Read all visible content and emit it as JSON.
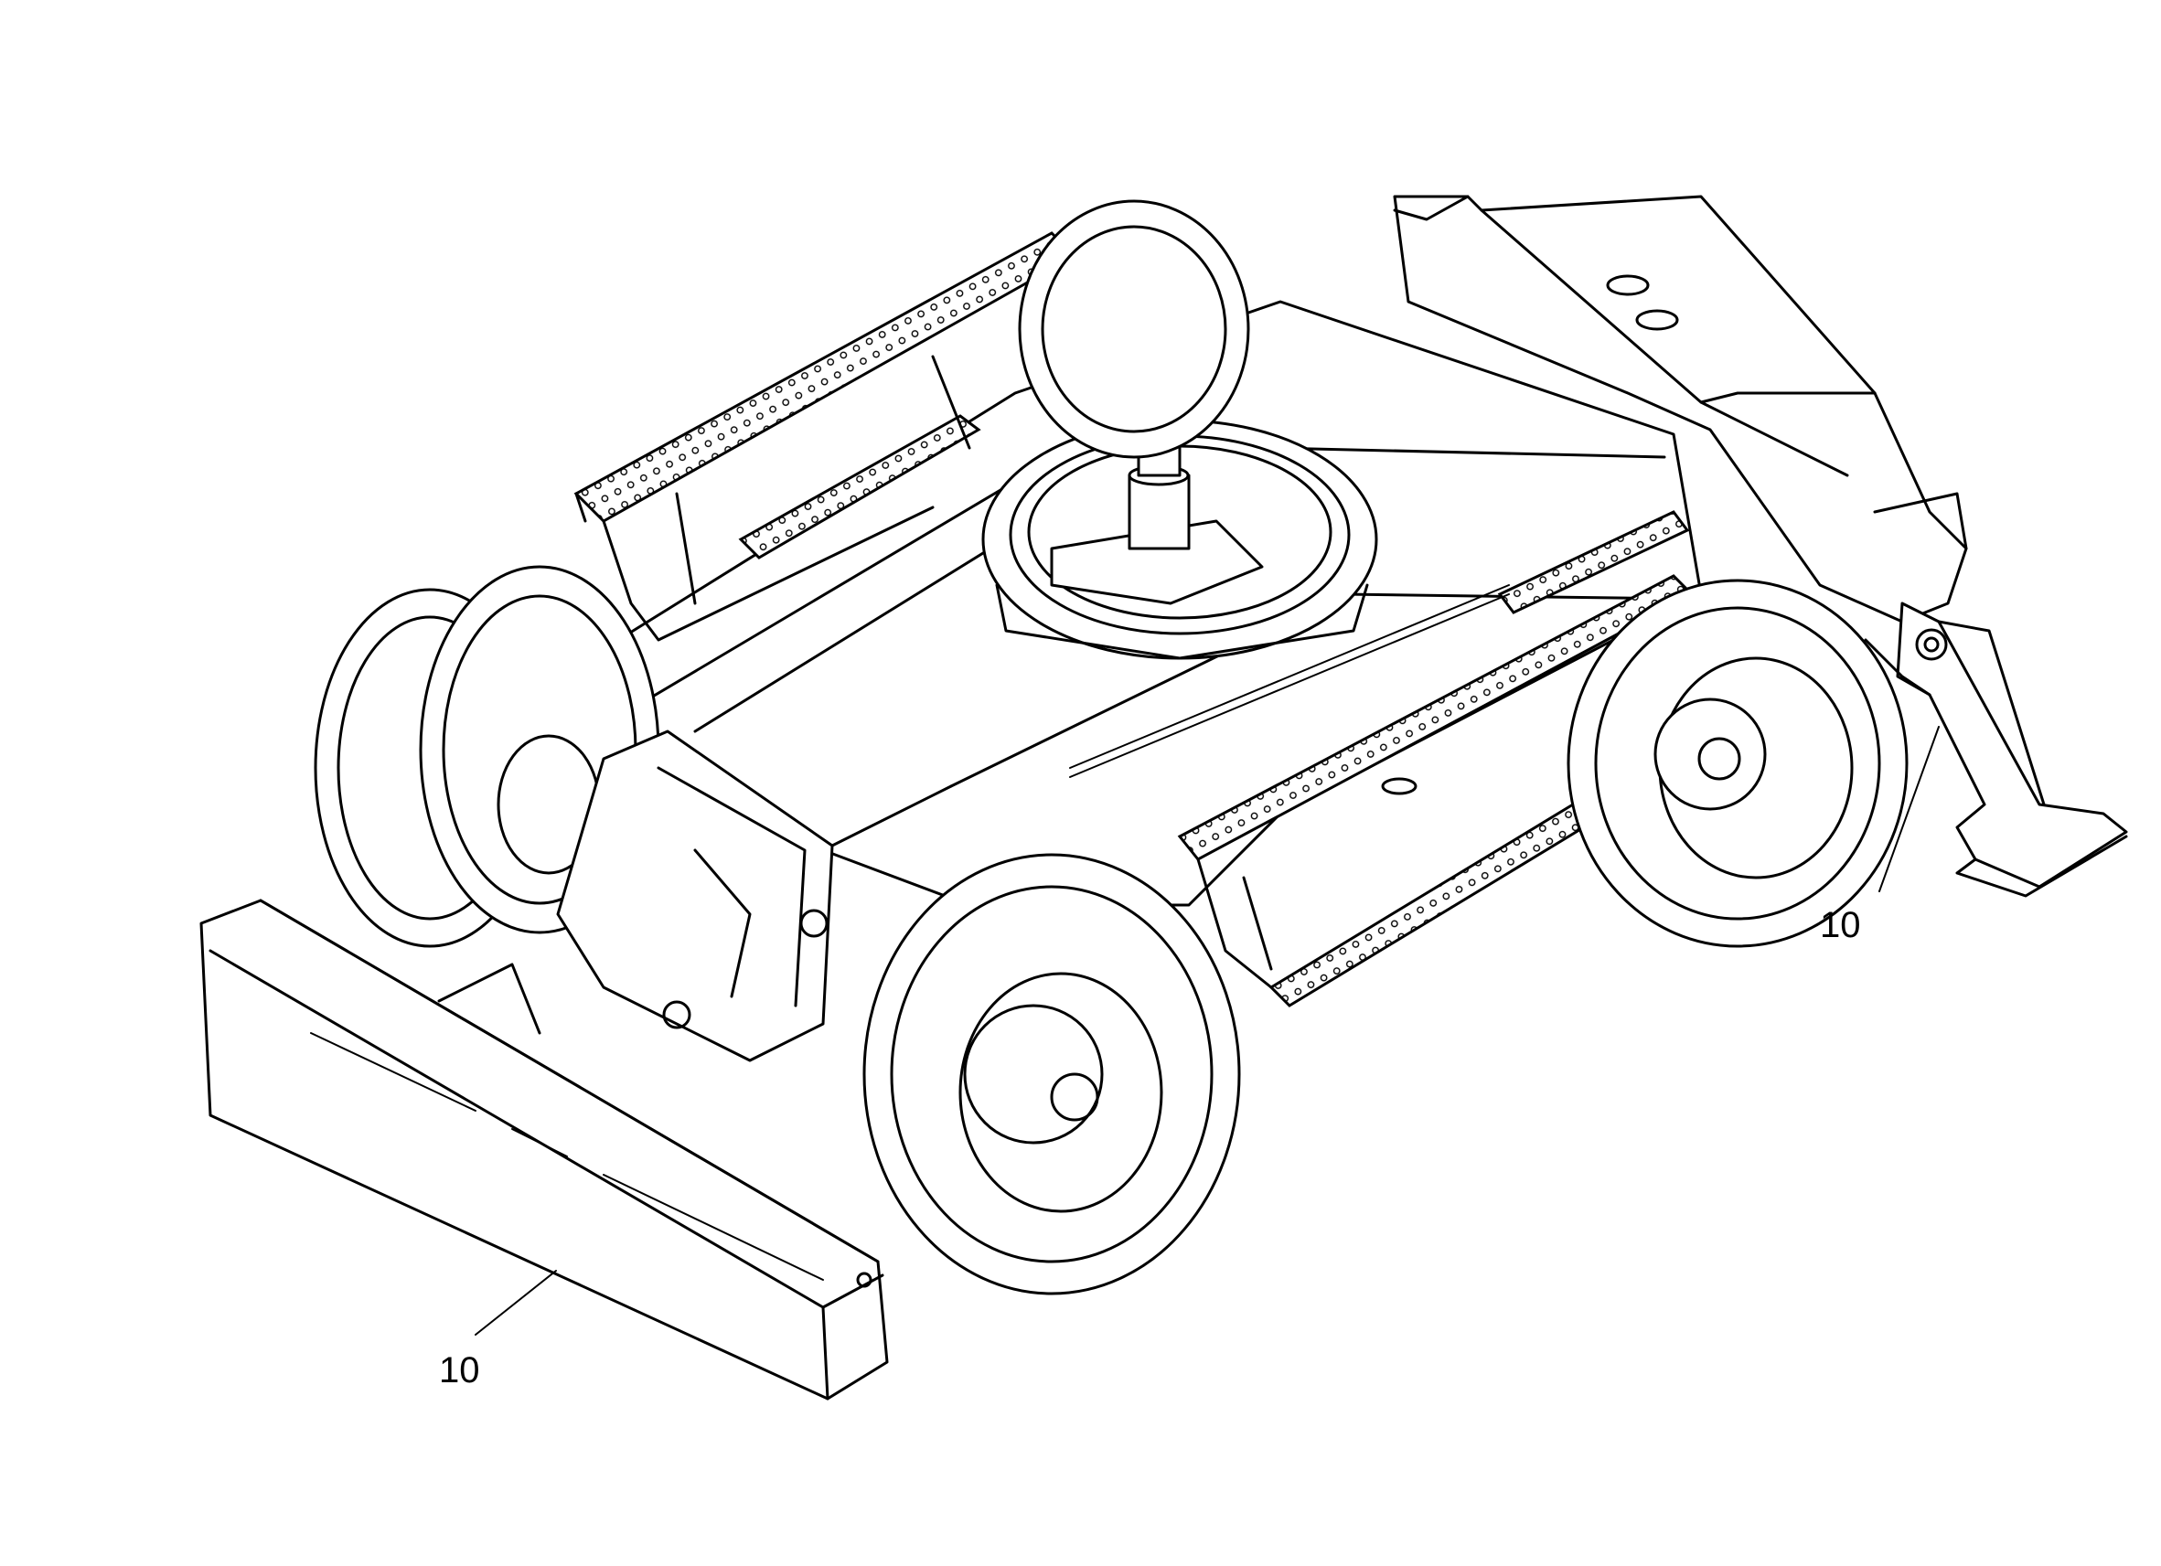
{
  "callouts": [
    {
      "id": "dozer-blade",
      "label": "10"
    },
    {
      "id": "rear-outrigger",
      "label": "10"
    }
  ]
}
